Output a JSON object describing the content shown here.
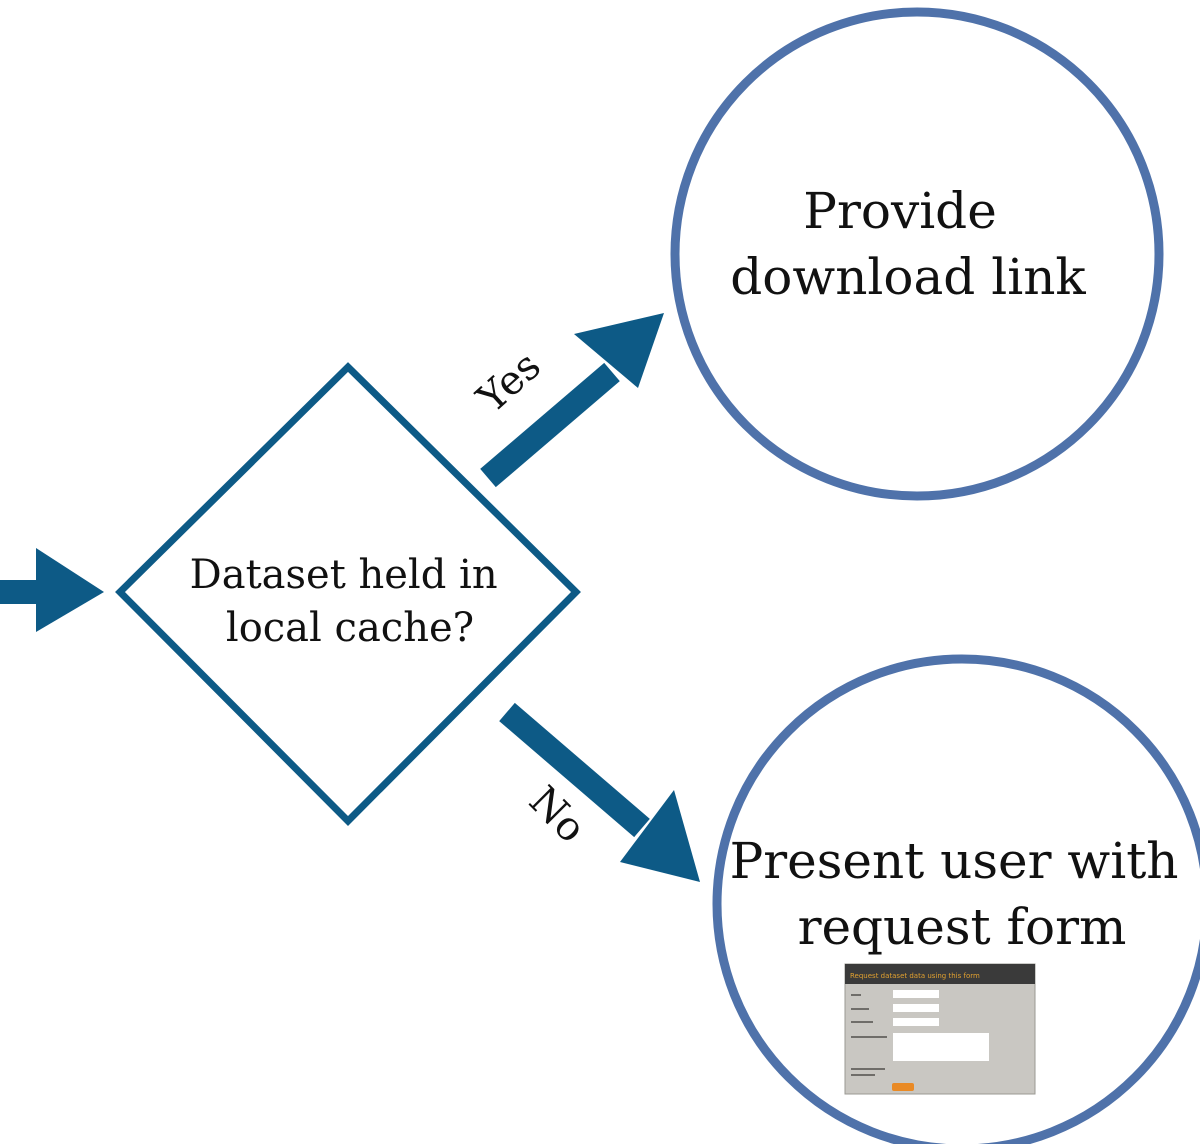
{
  "colors": {
    "arrow": "#0d5a86",
    "diamond_stroke": "#0d5a86",
    "circle_stroke": "#4f72aa",
    "text": "#111111",
    "form_bg": "#c9c7c2",
    "form_header_bg": "#3a3a3a",
    "form_header_text": "#e0a030",
    "form_button": "#e98a25"
  },
  "decision": {
    "lines": [
      "Dataset held in",
      "local cache?"
    ]
  },
  "edges": {
    "yes_label": "Yes",
    "no_label": "No"
  },
  "yes_outcome": {
    "lines": [
      "Provide",
      "download link"
    ]
  },
  "no_outcome": {
    "lines": [
      "Present user with",
      "request form"
    ]
  },
  "form_thumbnail": {
    "depicts": "request form screenshot",
    "header_text": "Request dataset data using this form"
  }
}
